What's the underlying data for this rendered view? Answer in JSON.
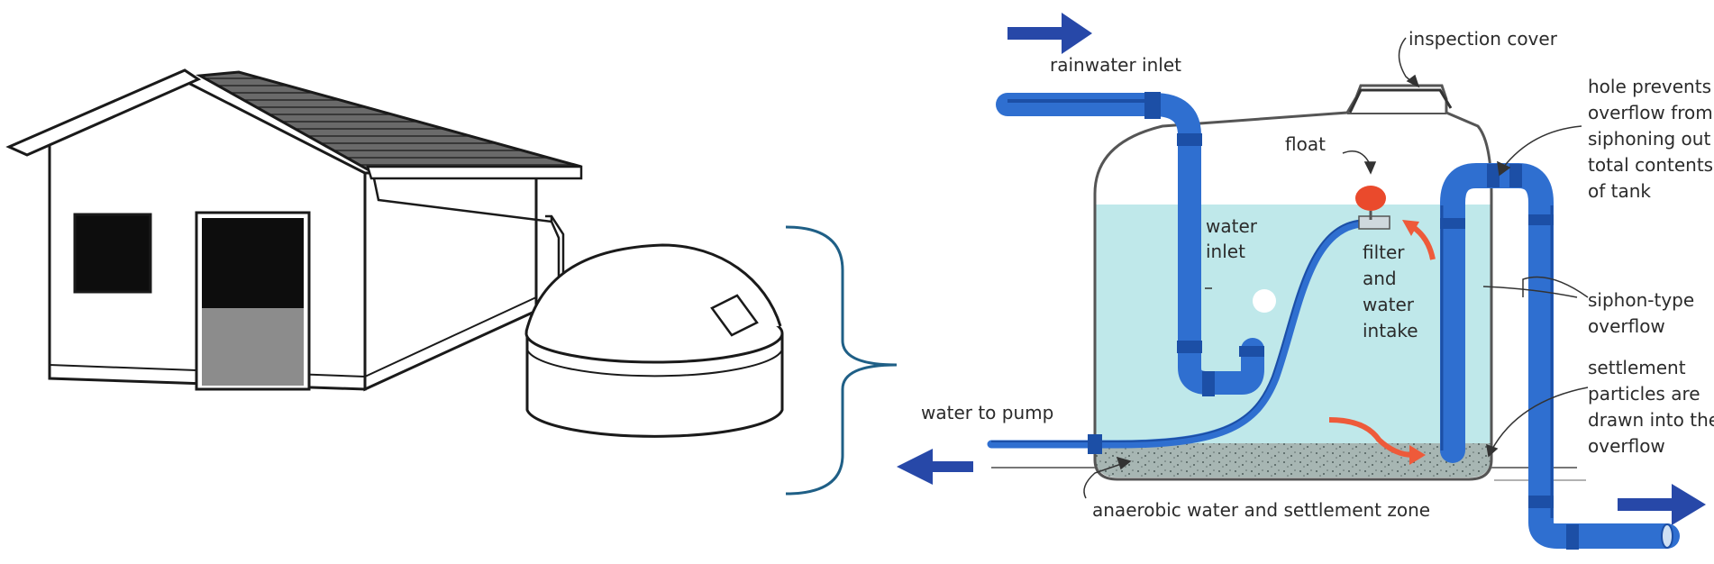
{
  "colors": {
    "pipe": "#2f6fd0",
    "pipe_dark": "#1c4fa6",
    "arrow": "#2748a8",
    "water": "#bfe8ea",
    "sediment": "#9fb0ad",
    "float": "#ea4a2c",
    "flow_arrow": "#ee5a3a",
    "bracket": "#1f5f86"
  },
  "labels": {
    "rainwater_inlet": "rainwater inlet",
    "inspection_cover": "inspection cover",
    "hole_prevents": [
      "hole prevents",
      "overflow from",
      "siphoning out",
      "total contents",
      "of tank"
    ],
    "float": "float",
    "water_inlet": [
      "water",
      "inlet"
    ],
    "filter_intake": [
      "filter",
      "and",
      "water",
      "intake"
    ],
    "siphon_overflow": [
      "siphon-type",
      "overflow"
    ],
    "settlement_particles": [
      "settlement",
      "particles are",
      "drawn into the",
      "overflow"
    ],
    "water_to_pump": "water to pump",
    "anaerobic_zone": "anaerobic water and settlement zone"
  }
}
